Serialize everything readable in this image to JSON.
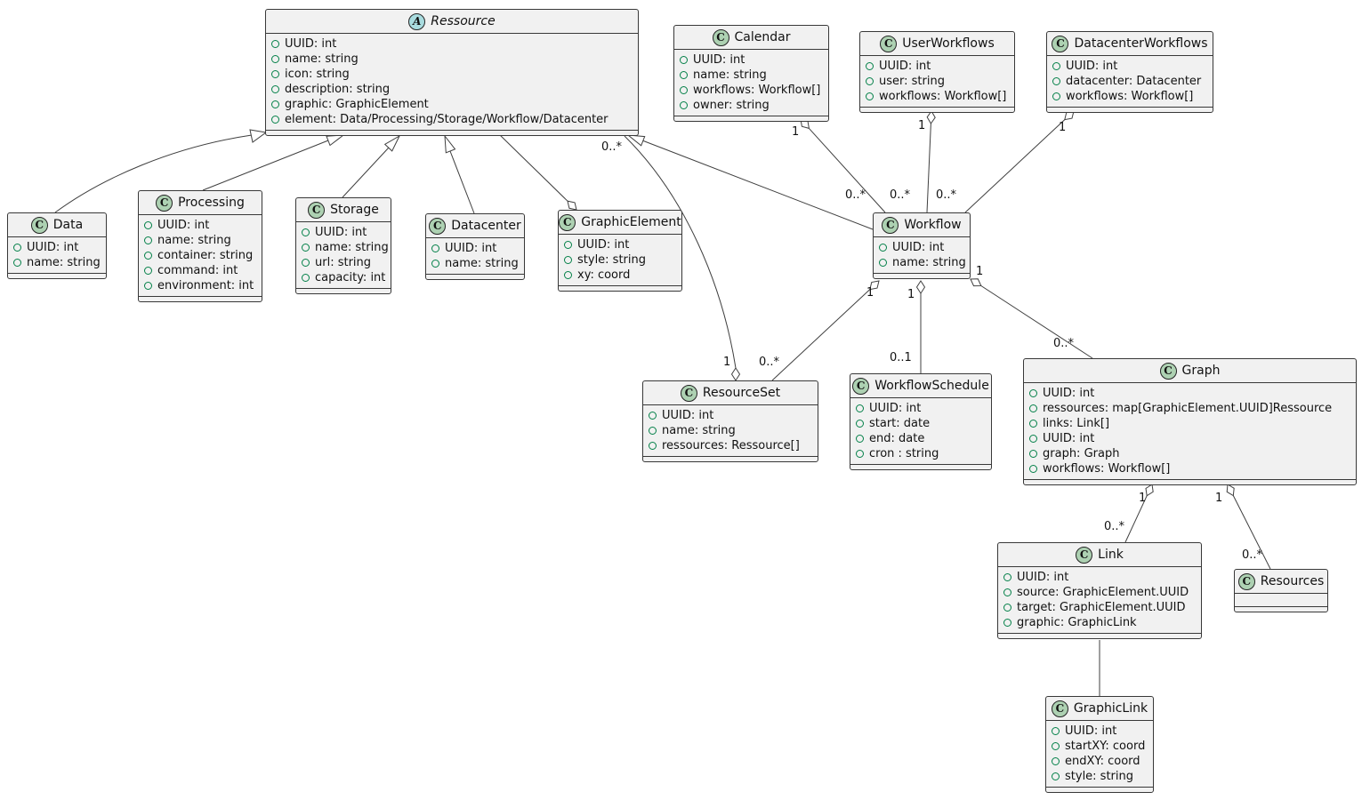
{
  "diagram_title": "Workflow resource model class diagram",
  "colors": {
    "class_fill": "#F1F1F1",
    "class_border": "#383838",
    "class_icon_fill": "#ADD1B2",
    "abstract_icon_fill": "#A9DCDF",
    "field_icon_color": "#038048",
    "edge_color": "#3f3f3f"
  },
  "classes": [
    {
      "id": "ressource",
      "kind": "abstract",
      "letter": "A",
      "title": "Ressource",
      "attrs": [
        "UUID: int",
        "name: string",
        "icon: string",
        "description: string",
        "graphic: GraphicElement",
        "element: Data/Processing/Storage/Workflow/Datacenter"
      ]
    },
    {
      "id": "calendar",
      "kind": "class",
      "letter": "C",
      "title": "Calendar",
      "attrs": [
        "UUID: int",
        "name: string",
        "workflows: Workflow[]",
        "owner: string"
      ]
    },
    {
      "id": "userworkflows",
      "kind": "class",
      "letter": "C",
      "title": "UserWorkflows",
      "attrs": [
        "UUID: int",
        "user: string",
        "workflows: Workflow[]"
      ]
    },
    {
      "id": "datacenterworkflows",
      "kind": "class",
      "letter": "C",
      "title": "DatacenterWorkflows",
      "attrs": [
        "UUID: int",
        "datacenter: Datacenter",
        "workflows: Workflow[]"
      ]
    },
    {
      "id": "data",
      "kind": "class",
      "letter": "C",
      "title": "Data",
      "attrs": [
        "UUID: int",
        "name: string"
      ]
    },
    {
      "id": "processing",
      "kind": "class",
      "letter": "C",
      "title": "Processing",
      "attrs": [
        "UUID: int",
        "name: string",
        "container: string",
        "command: int",
        "environment: int"
      ]
    },
    {
      "id": "storage",
      "kind": "class",
      "letter": "C",
      "title": "Storage",
      "attrs": [
        "UUID: int",
        "name: string",
        "url: string",
        "capacity: int"
      ]
    },
    {
      "id": "datacenter",
      "kind": "class",
      "letter": "C",
      "title": "Datacenter",
      "attrs": [
        "UUID: int",
        "name: string"
      ]
    },
    {
      "id": "graphicelement",
      "kind": "class",
      "letter": "C",
      "title": "GraphicElement",
      "attrs": [
        "UUID: int",
        "style: string",
        "xy: coord"
      ]
    },
    {
      "id": "workflow",
      "kind": "class",
      "letter": "C",
      "title": "Workflow",
      "attrs": [
        "UUID: int",
        "name: string"
      ]
    },
    {
      "id": "resourceset",
      "kind": "class",
      "letter": "C",
      "title": "ResourceSet",
      "attrs": [
        "UUID: int",
        "name: string",
        "ressources: Ressource[]"
      ]
    },
    {
      "id": "workflowschedule",
      "kind": "class",
      "letter": "C",
      "title": "WorkflowSchedule",
      "attrs": [
        "UUID: int",
        "start: date",
        "end: date",
        "cron : string"
      ]
    },
    {
      "id": "graph",
      "kind": "class",
      "letter": "C",
      "title": "Graph",
      "attrs": [
        "UUID: int",
        "ressources: map[GraphicElement.UUID]Ressource",
        "links: Link[]",
        "UUID: int",
        "graph: Graph",
        "workflows: Workflow[]"
      ]
    },
    {
      "id": "link",
      "kind": "class",
      "letter": "C",
      "title": "Link",
      "attrs": [
        "UUID: int",
        "source: GraphicElement.UUID",
        "target: GraphicElement.UUID",
        "graphic: GraphicLink"
      ]
    },
    {
      "id": "resources",
      "kind": "class",
      "letter": "C",
      "title": "Resources",
      "attrs": []
    },
    {
      "id": "graphiclink",
      "kind": "class",
      "letter": "C",
      "title": "GraphicLink",
      "attrs": [
        "UUID: int",
        "startXY: coord",
        "endXY: coord",
        "style: string"
      ]
    }
  ],
  "labels": [
    {
      "text": "1"
    },
    {
      "text": "0..*"
    },
    {
      "text": "1"
    },
    {
      "text": "0..*"
    },
    {
      "text": "1"
    },
    {
      "text": "0..*"
    },
    {
      "text": "0..*"
    },
    {
      "text": "1"
    },
    {
      "text": "1"
    },
    {
      "text": "0..*"
    },
    {
      "text": "1"
    },
    {
      "text": "0..1"
    },
    {
      "text": "1"
    },
    {
      "text": "0..*"
    },
    {
      "text": "1"
    },
    {
      "text": "0..*"
    },
    {
      "text": "1"
    },
    {
      "text": "0..*"
    }
  ]
}
